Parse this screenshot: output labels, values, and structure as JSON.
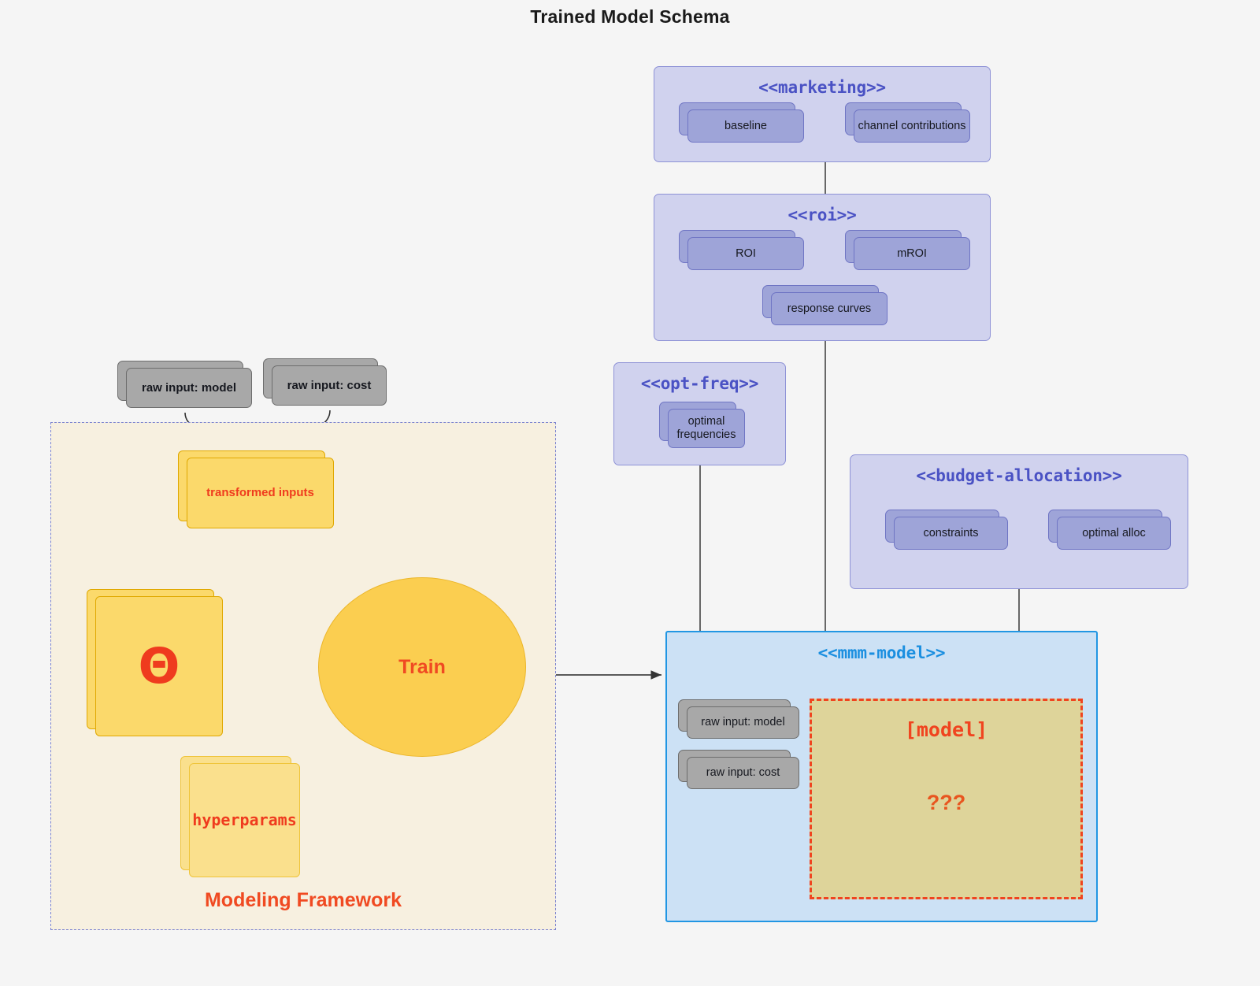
{
  "title": "Trained Model Schema",
  "colors": {
    "page_bg": "#f5f5f5",
    "package_purple_bg": "#d0d2ee",
    "package_purple_border": "#8e92d6",
    "package_blue_bg": "#cce1f5",
    "package_blue_border": "#2196e3",
    "component_purple": "#9ea4d8",
    "component_grey": "#a8a8a8",
    "component_yellow": "#fbd96b",
    "framework_bg": "#f7f0e0",
    "framework_border": "#7b83d0",
    "accent_red": "#f0441f",
    "model_box_bg": "#ded49a",
    "stereotype_purple": "#4a52c4",
    "stereotype_blue": "#1b8fe0"
  },
  "packages": {
    "marketing": {
      "stereotype": "<<marketing>>",
      "components": [
        {
          "label": "baseline"
        },
        {
          "label": "channel contributions"
        }
      ],
      "association": "bidirectional"
    },
    "roi": {
      "stereotype": "<<roi>>",
      "components": [
        {
          "label": "ROI"
        },
        {
          "label": "mROI"
        },
        {
          "label": "response curves"
        }
      ],
      "association": "bidirectional"
    },
    "opt_freq": {
      "stereotype": "<<opt-freq>>",
      "components": [
        {
          "label": "optimal\nfrequencies",
          "line1": "optimal",
          "line2": "frequencies"
        }
      ]
    },
    "budget_allocation": {
      "stereotype": "<<budget-allocation>>",
      "components": [
        {
          "label": "constraints"
        },
        {
          "label": "optimal alloc"
        }
      ],
      "association": "bidirectional"
    },
    "mmm_model": {
      "stereotype": "<<mmm-model>>",
      "components": [
        {
          "label": "raw input: model"
        },
        {
          "label": "raw input: cost"
        }
      ],
      "model_box": {
        "name": "[model]",
        "unknown": "???"
      }
    }
  },
  "framework": {
    "label": "Modeling Framework",
    "raw_inputs": [
      {
        "label": "raw input: model"
      },
      {
        "label": "raw input: cost"
      }
    ],
    "transformed_inputs": {
      "label": "transformed inputs"
    },
    "theta": {
      "label": "Θ"
    },
    "hyperparams": {
      "label": "hyperparams"
    },
    "train": {
      "label": "Train"
    }
  },
  "edges": [
    {
      "from": "raw input: model",
      "to": "transformed inputs",
      "style": "curved-black-arrow"
    },
    {
      "from": "raw input: cost",
      "to": "transformed inputs",
      "style": "curved-black-arrow"
    },
    {
      "from": "transformed inputs",
      "to": "Train",
      "style": "curved-red-arrow"
    },
    {
      "from": "theta",
      "to": "Train",
      "style": "straight-red-arrow"
    },
    {
      "from": "hyperparams",
      "to": "Train",
      "style": "curved-red-arrow"
    },
    {
      "from": "Modeling Framework",
      "to": "<<mmm-model>>",
      "style": "straight-black-arrow"
    },
    {
      "from": "<<marketing>>",
      "to": "<<roi>>",
      "style": "straight-line"
    },
    {
      "from": "<<roi>>",
      "to": "<<mmm-model>>",
      "style": "straight-line"
    },
    {
      "from": "<<opt-freq>>",
      "to": "<<mmm-model>>",
      "style": "straight-line"
    },
    {
      "from": "<<budget-allocation>>",
      "to": "<<mmm-model>>",
      "style": "straight-line"
    }
  ]
}
